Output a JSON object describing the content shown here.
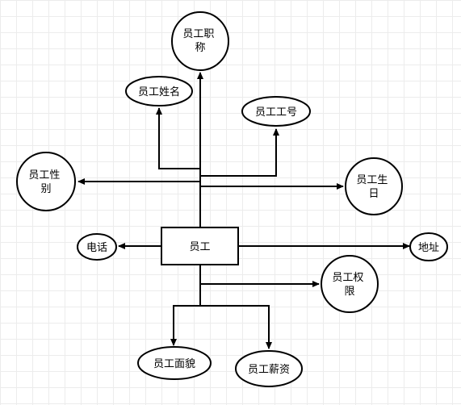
{
  "diagram": {
    "center": {
      "label": "员工"
    },
    "attributes": {
      "title": [
        "员工职",
        "称"
      ],
      "name": [
        "员工姓名"
      ],
      "number": [
        "员工工号"
      ],
      "gender": [
        "员工性",
        "别"
      ],
      "birthday": [
        "员工生",
        "日"
      ],
      "phone": [
        "电话"
      ],
      "address": [
        "地址"
      ],
      "permission": [
        "员工权",
        "限"
      ],
      "appearance": [
        "员工面貌"
      ],
      "salary": [
        "员工薪资"
      ]
    }
  },
  "colors": {
    "stroke": "#000000",
    "fill": "#ffffff"
  }
}
